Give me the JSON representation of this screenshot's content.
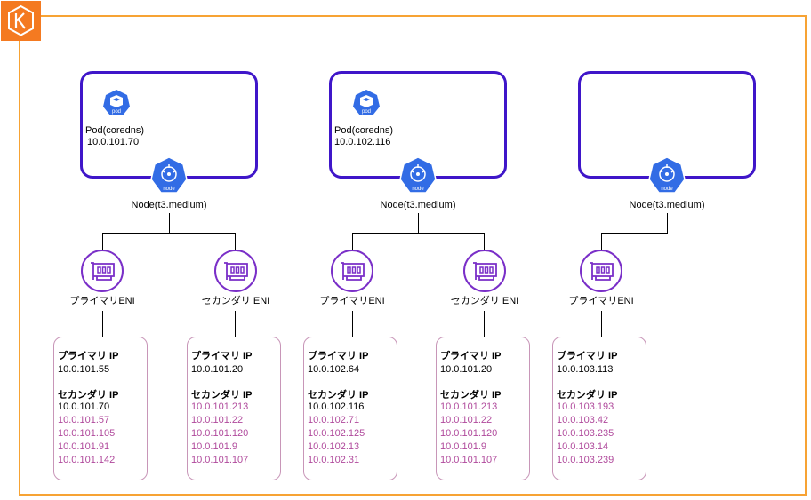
{
  "colors": {
    "frame": "#f7a334",
    "logo": "#f47a21",
    "node_border": "#3f16c9",
    "k8s_blue": "#326ce5",
    "eni_purple": "#7a2fc8",
    "ip_border": "#c896b8",
    "secondary_ip": "#b04a9c"
  },
  "icons": {
    "logo": "eks-icon",
    "pod": "pod-icon",
    "node": "node-icon",
    "eni": "eni-icon"
  },
  "nodes": [
    {
      "label": "Node(t3.medium)",
      "pod": {
        "name": "Pod(coredns)",
        "ip": "10.0.101.70"
      }
    },
    {
      "label": "Node(t3.medium)",
      "pod": {
        "name": "Pod(coredns)",
        "ip": "10.0.102.116"
      }
    },
    {
      "label": "Node(t3.medium)",
      "pod": null
    }
  ],
  "enis": [
    {
      "label": "プライマリENI",
      "primary_heading": "プライマリ IP",
      "primary_ip": "10.0.101.55",
      "secondary_heading": "セカンダリ IP",
      "secondary_first": "10.0.101.70",
      "secondary_rest": [
        "10.0.101.57",
        "10.0.101.105",
        "10.0.101.91",
        "10.0.101.142"
      ]
    },
    {
      "label": "セカンダリ ENI",
      "primary_heading": "プライマリ IP",
      "primary_ip": "10.0.101.20",
      "secondary_heading": "セカンダリ IP",
      "secondary_first": "",
      "secondary_rest": [
        "10.0.101.213",
        "10.0.101.22",
        "10.0.101.120",
        "10.0.101.9",
        "10.0.101.107"
      ]
    },
    {
      "label": "プライマリENI",
      "primary_heading": "プライマリ IP",
      "primary_ip": "10.0.102.64",
      "secondary_heading": "セカンダリ IP",
      "secondary_first": "10.0.102.116",
      "secondary_rest": [
        "10.0.102.71",
        "10.0.102.125",
        "10.0.102.13",
        "10.0.102.31"
      ]
    },
    {
      "label": "セカンダリ ENI",
      "primary_heading": "プライマリ IP",
      "primary_ip": "10.0.101.20",
      "secondary_heading": "セカンダリ IP",
      "secondary_first": "",
      "secondary_rest": [
        "10.0.101.213",
        "10.0.101.22",
        "10.0.101.120",
        "10.0.101.9",
        "10.0.101.107"
      ]
    },
    {
      "label": "プライマリENI",
      "primary_heading": "プライマリ IP",
      "primary_ip": "10.0.103.113",
      "secondary_heading": "セカンダリ IP",
      "secondary_first": "",
      "secondary_rest": [
        "10.0.103.193",
        "10.0.103.42",
        "10.0.103.235",
        "10.0.103.14",
        "10.0.103.239"
      ]
    }
  ]
}
